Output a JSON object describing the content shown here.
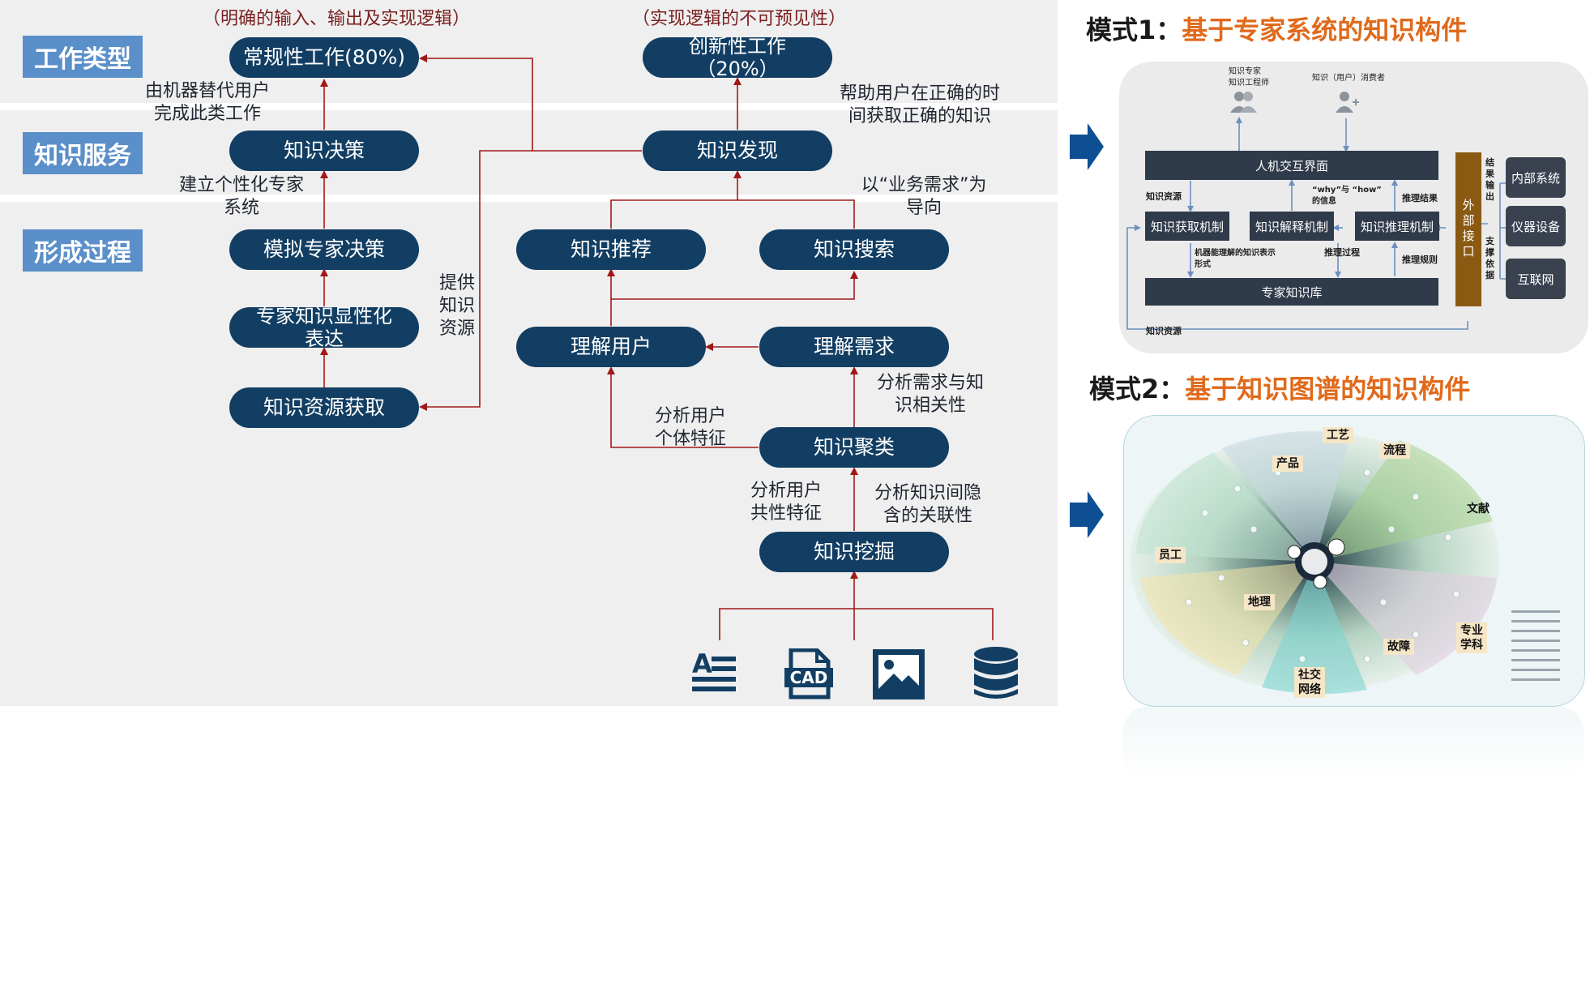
{
  "categories": [
    "工作类型",
    "知识服务",
    "形成过程"
  ],
  "nodes": {
    "routine_work": "常规性工作(80%)",
    "innovative_work": "创新性工作\n（20%）",
    "knowledge_decision": "知识决策",
    "knowledge_discovery": "知识发现",
    "simulate_expert": "模拟专家决策",
    "expert_explicit": "专家知识显性化\n表达",
    "resource_acquire": "知识资源获取",
    "recommend": "知识推荐",
    "search": "知识搜索",
    "understand_user": "理解用户",
    "understand_need": "理解需求",
    "clustering": "知识聚类",
    "mining": "知识挖掘"
  },
  "notes": {
    "routine_desc": "（明确的输入、输出及实现逻辑）",
    "innovative_desc": "（实现逻辑的不可预见性）",
    "machine_replace": "由机器替代用户\n完成此类工作",
    "help_user": "帮助用户在正确的时\n间获取正确的知识",
    "build_expert": "建立个性化专家\n系统",
    "business_oriented": "以“业务需求”为\n导向",
    "provide_resources": "提供\n知识\n资源",
    "analyze_need": "分析需求与知\n识相关性",
    "analyze_individual": "分析用户\n个体特征",
    "analyze_common": "分析用户\n共性特征",
    "analyze_hidden": "分析知识间隐\n含的关联性"
  },
  "source_icons": [
    "text-document-icon",
    "cad-file-icon",
    "image-file-icon",
    "database-icon"
  ],
  "source_icon_text": {
    "text": "A",
    "cad": "CAD"
  },
  "mode1": {
    "prefix": "模式1：",
    "title": "基于专家系统的知识构件",
    "actor1": "知识专家\n知识工程师",
    "actor2": "知识（用户）消费者",
    "hci": "人机交互界面",
    "acquire": "知识获取机制",
    "explain": "知识解释机制",
    "reason": "知识推理机制",
    "kb": "专家知识库",
    "external": "外部接口",
    "label_resource_top": "知识资源",
    "label_why_how": "“why”与 “how”\n的信息",
    "label_reason_result": "推理结果",
    "label_machine_repr": "机器能理解的知识表示\n形式",
    "label_reason_process": "推理过程",
    "label_reason_rule": "推理规则",
    "label_resource_bottom": "知识资源",
    "label_result_output": "结\n果\n输\n出",
    "label_support": "支\n撑\n依\n据",
    "sys_internal": "内部系统",
    "sys_instrument": "仪器设备",
    "sys_internet": "互联网"
  },
  "mode2": {
    "prefix": "模式2：",
    "title": "基于知识图谱的知识构件",
    "tags": [
      "工艺",
      "流程",
      "产品",
      "文献",
      "员工",
      "地理",
      "专业\n学科",
      "故障",
      "社交\n网络"
    ]
  },
  "colors": {
    "node": "#123e63",
    "category": "#5b8fc9",
    "arrow": "#a01818",
    "accent": "#e06a1b"
  }
}
